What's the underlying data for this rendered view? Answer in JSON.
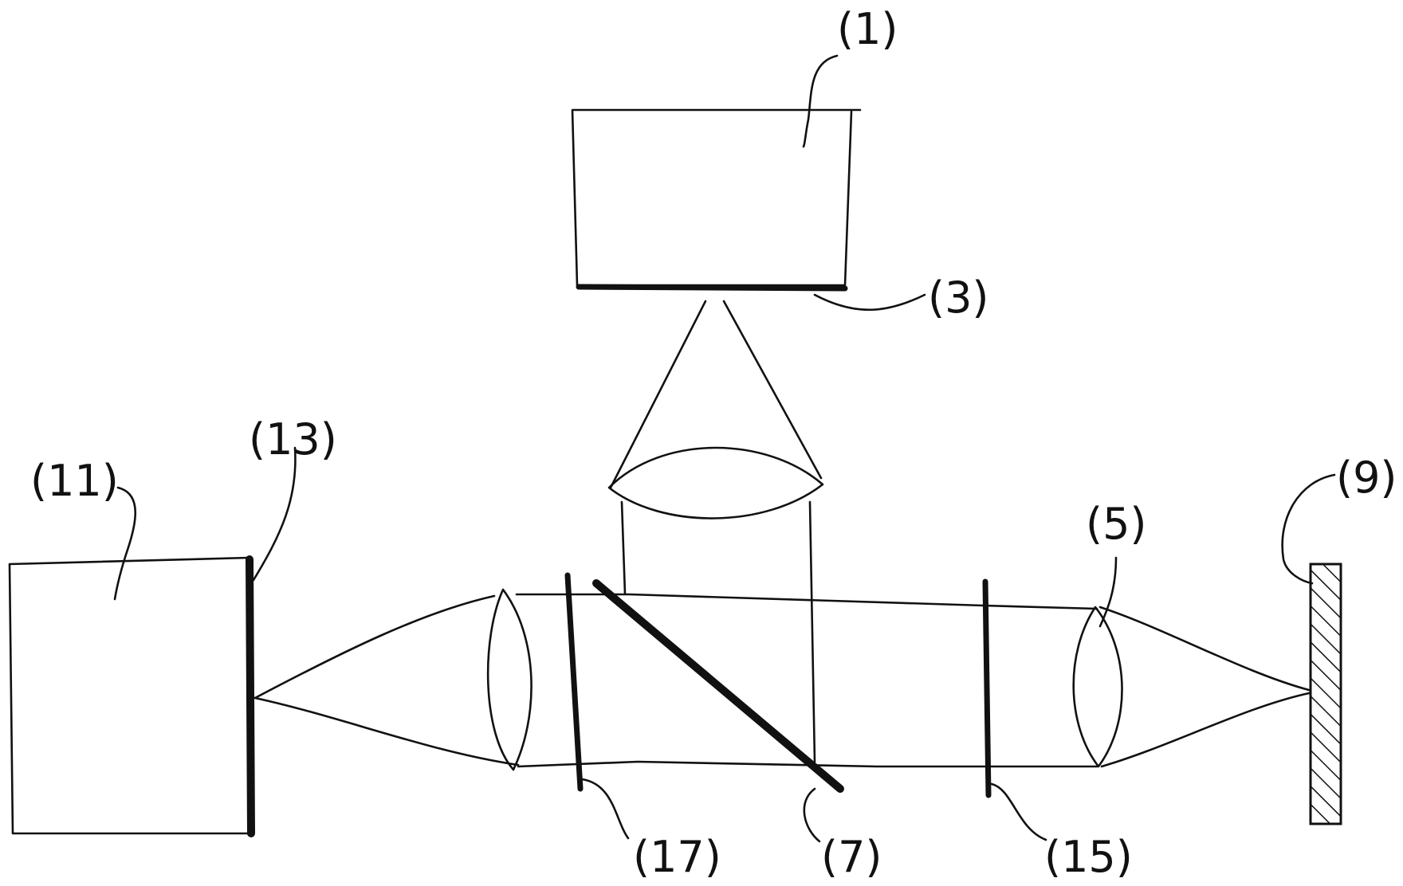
{
  "labels": {
    "l1": "(1)",
    "l3": "(3)",
    "l5": "(5)",
    "l7": "(7)",
    "l9": "(9)",
    "l11": "(11)",
    "l13": "(13)",
    "l15": "(15)",
    "l17": "(17)"
  }
}
